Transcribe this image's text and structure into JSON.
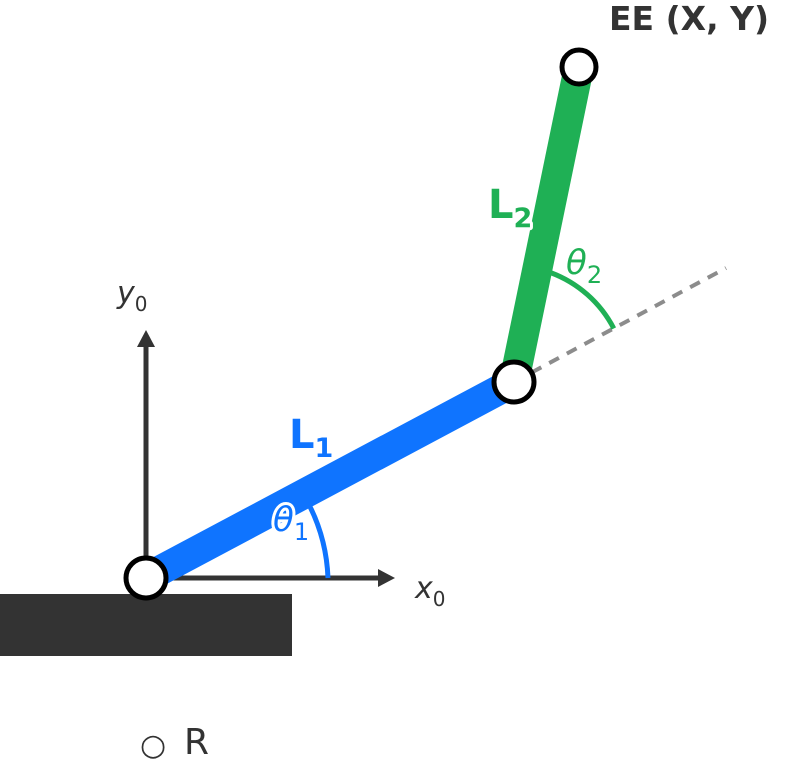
{
  "labels": {
    "end_effector": "EE (X, Y)",
    "link1": {
      "main": "L",
      "sub": "1"
    },
    "link2": {
      "main": "L",
      "sub": "2"
    },
    "theta1": {
      "main": "θ",
      "sub": "1"
    },
    "theta2": {
      "main": "θ",
      "sub": "2"
    },
    "x_axis": {
      "main": "x",
      "sub": "0"
    },
    "y_axis": {
      "main": "y",
      "sub": "0"
    }
  },
  "legend": {
    "marker": "○",
    "label": "R"
  },
  "colors": {
    "link1": "#0f74ff",
    "link2": "#1fb055",
    "axes": "#333333",
    "ground": "#333333",
    "extension": "#8c8c8c",
    "joint_fill": "#ffffff",
    "joint_stroke": "#000000"
  }
}
